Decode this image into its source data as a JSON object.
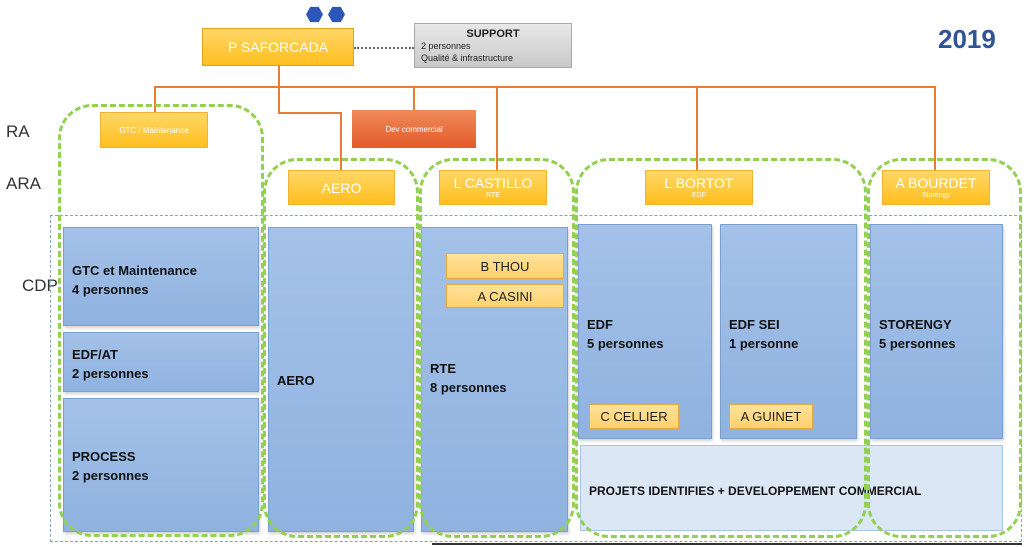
{
  "year": "2019",
  "row_labels": {
    "ra": "RA",
    "ara": "ARA",
    "cdp": "CDP"
  },
  "top": {
    "name": "P SAFORCADA"
  },
  "support": {
    "title": "SUPPORT",
    "line1": "2 personnes",
    "line2": "Qualité & infrastructure"
  },
  "ra_boxes": {
    "gtc": "GTC / Maintenance",
    "dev": "Dev commercial"
  },
  "ara_boxes": {
    "aero": {
      "name": "AERO"
    },
    "castillo": {
      "name": "L CASTILLO",
      "sub": "RTE"
    },
    "bortot": {
      "name": "L BORTOT",
      "sub": "EDF"
    },
    "bourdet": {
      "name": "A BOURDET",
      "sub": "Storengy"
    }
  },
  "cdp": {
    "gtc": {
      "name": "GTC et Maintenance",
      "count": "4 personnes"
    },
    "edfat": {
      "name": "EDF/AT",
      "count": "2 personnes"
    },
    "process": {
      "name": "PROCESS",
      "count": "2 personnes"
    },
    "aero": {
      "name": "AERO"
    },
    "rte": {
      "name": "RTE",
      "count": "8 personnes",
      "people": [
        "B THOU",
        "A CASINI"
      ]
    },
    "edf": {
      "name": "EDF",
      "count": "5 personnes",
      "person": "C CELLIER"
    },
    "edfsei": {
      "name": "EDF SEI",
      "count": "1 personne",
      "person": "A GUINET"
    },
    "storengy": {
      "name": "STORENGY",
      "count": "5 personnes"
    },
    "projets": "PROJETS IDENTIFIES + DEVELOPPEMENT COMMERCIAL"
  },
  "colors": {
    "accent_orange": "#ffc000",
    "line_orange": "#e87c34",
    "box_blue": "#9dbde6",
    "dashed_green": "#92d050",
    "year_blue": "#2f5597"
  }
}
